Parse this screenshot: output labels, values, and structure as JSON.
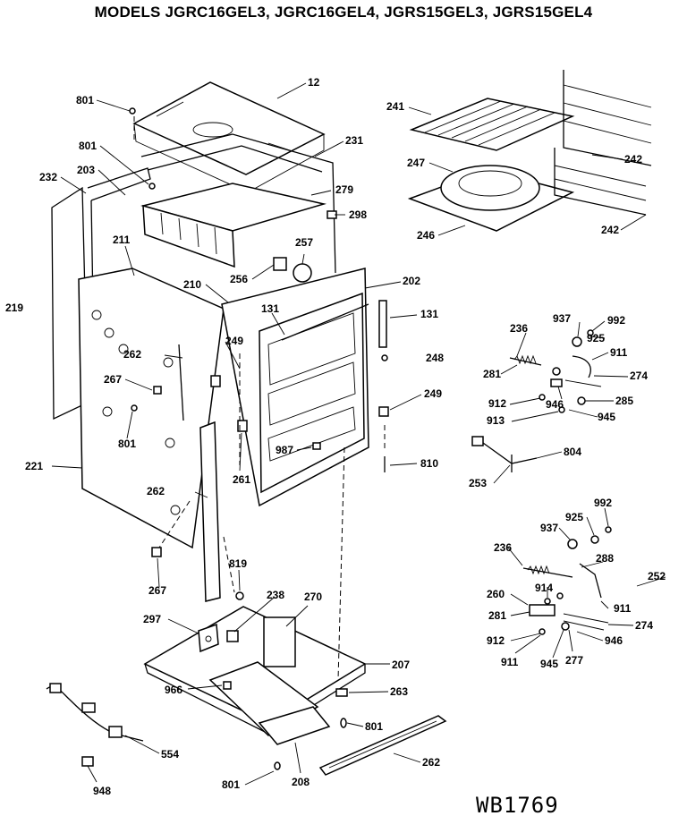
{
  "title": "MODELS JGRC16GEL3, JGRC16GEL4, JGRS15GEL3, JGRS15GEL4",
  "diagram_code": "WB1769",
  "callouts": {
    "c801a": "801",
    "c12": "12",
    "c241": "241",
    "c801b": "801",
    "c231": "231",
    "c232": "232",
    "c203": "203",
    "c247": "247",
    "c242a": "242",
    "c279": "279",
    "c298": "298",
    "c246": "246",
    "c242b": "242",
    "c211": "211",
    "c257": "257",
    "c210": "210",
    "c256": "256",
    "c202": "202",
    "c219": "219",
    "c131a": "131",
    "c131b": "131",
    "c236a": "236",
    "c937a": "937",
    "c992a": "992",
    "c925a": "925",
    "c249a": "249",
    "c262a": "262",
    "c248": "248",
    "c911a": "911",
    "c281a": "281",
    "c274a": "274",
    "c267a": "267",
    "c912a": "912",
    "c946a": "946",
    "c285": "285",
    "c249b": "249",
    "c913": "913",
    "c945a": "945",
    "c801c": "801",
    "c261": "261",
    "c987": "987",
    "c804": "804",
    "c810": "810",
    "c221": "221",
    "c253": "253",
    "c262b": "262",
    "c992b": "992",
    "c937b": "937",
    "c925b": "925",
    "c236b": "236",
    "c288": "288",
    "c252": "252",
    "c819": "819",
    "c267b": "267",
    "c914": "914",
    "c260": "260",
    "c238": "238",
    "c270": "270",
    "c911b": "911",
    "c281b": "281",
    "c297": "297",
    "c274b": "274",
    "c912b": "912",
    "c946b": "946",
    "c911c": "911",
    "c945b": "945",
    "c277": "277",
    "c207": "207",
    "c966": "966",
    "c263": "263",
    "c554": "554",
    "c801d": "801",
    "c262c": "262",
    "c948": "948",
    "c801e": "801",
    "c208": "208"
  }
}
